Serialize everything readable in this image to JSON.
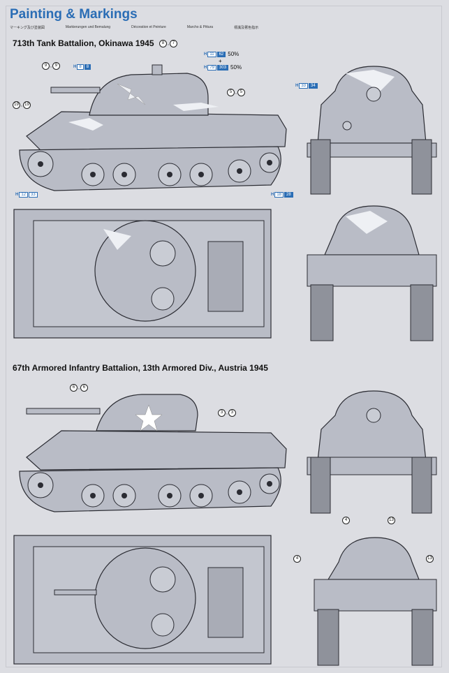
{
  "header": {
    "title": "Painting & Markings",
    "translations": [
      "マーキング及び塗装図",
      "Markierungen und Bemalung",
      "Décoration et Peinture",
      "Marcho & Pittura",
      "標識及著色指示"
    ]
  },
  "section1": {
    "heading": "713th Tank Battalion, Okinawa 1945",
    "callouts": [
      "8",
      "7",
      "9",
      "9",
      "5",
      "5",
      "19",
      "19"
    ],
    "paints": [
      {
        "h": "H",
        "a": "11",
        "b": "62",
        "pct": "50%"
      },
      {
        "h": "H",
        "a": "79",
        "b": "303",
        "pct": "50%"
      },
      {
        "h": "H",
        "a": "8",
        "b": "8"
      },
      {
        "h": "H",
        "a": "33",
        "b": "34"
      },
      {
        "h": "H",
        "a": "12",
        "b": "33"
      },
      {
        "h": "H",
        "a": "18",
        "b": "28"
      }
    ],
    "plus": "+"
  },
  "section2": {
    "heading": "67th Armored Infantry Battalion, 13th Armored Div., Austria 1945",
    "callouts": [
      "6",
      "6",
      "3",
      "3",
      "4",
      "13",
      "4",
      "13"
    ]
  },
  "colors": {
    "title": "#2a6db5",
    "tank_body": "#b9bcc6",
    "tank_line": "#2b2c33",
    "camo": "#eef0f4"
  },
  "icons": [
    "side-view-tank",
    "front-view-tank",
    "top-view-tank",
    "rear-view-tank"
  ]
}
